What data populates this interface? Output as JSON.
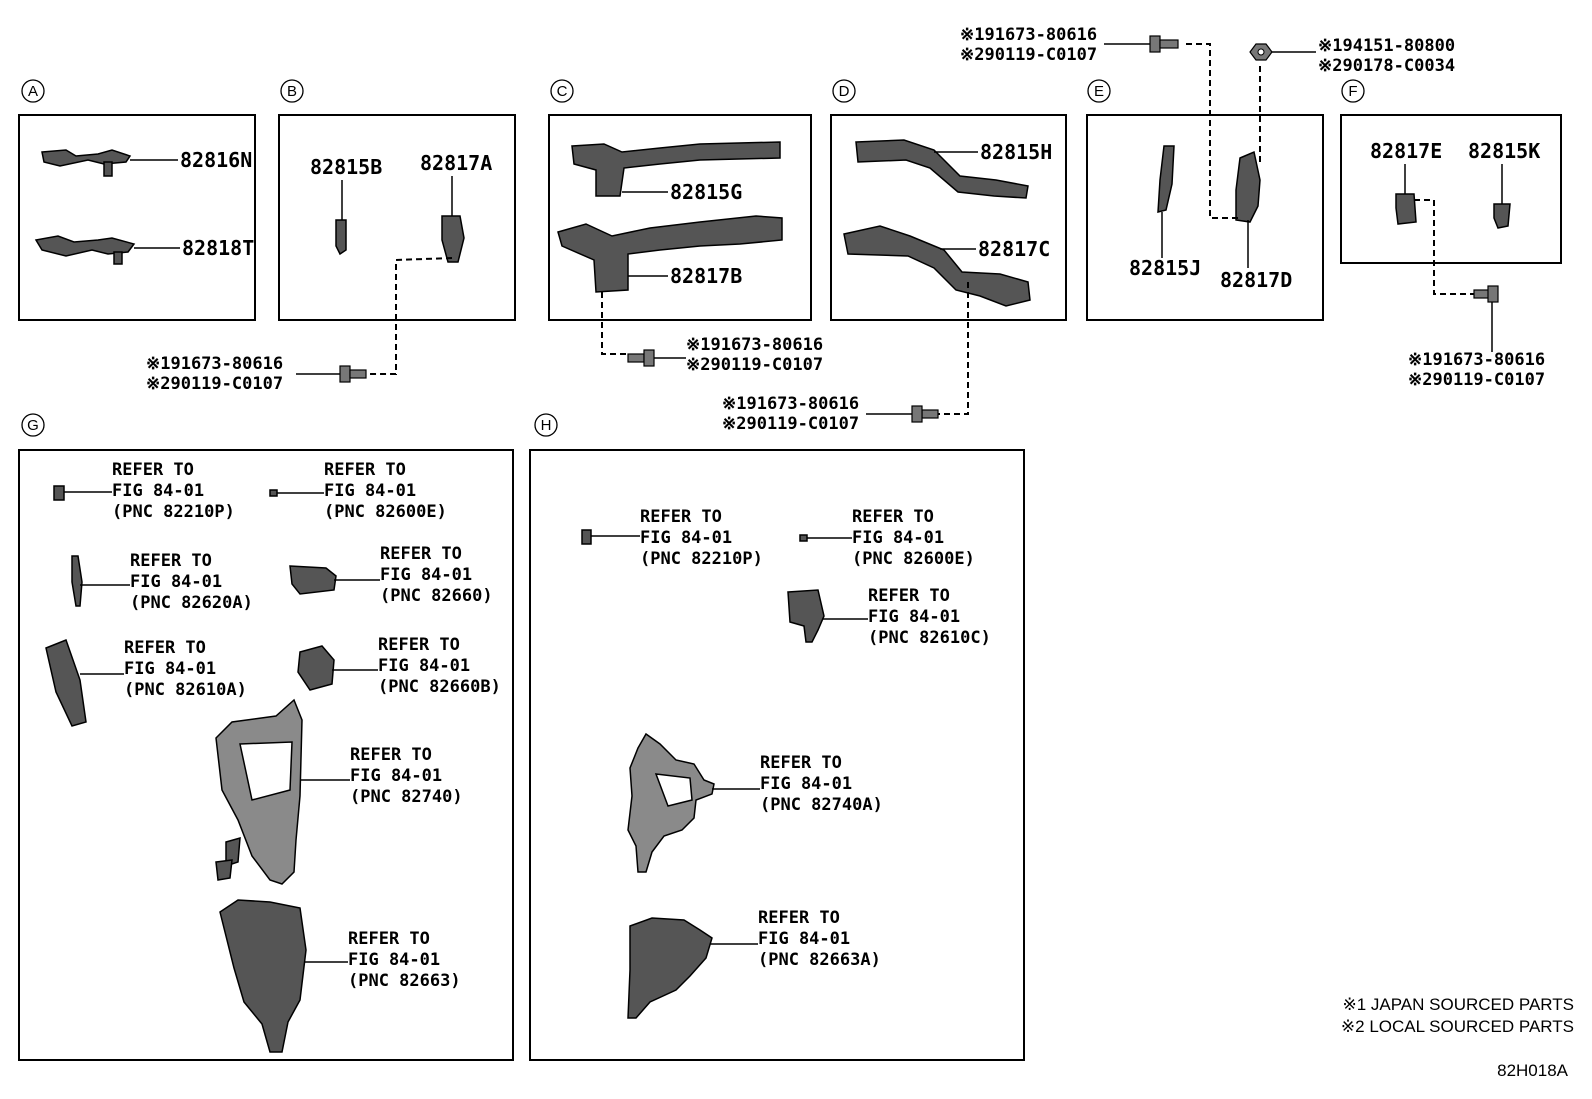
{
  "sections": [
    {
      "letter": "A"
    },
    {
      "letter": "B"
    },
    {
      "letter": "C"
    },
    {
      "letter": "D"
    },
    {
      "letter": "E"
    },
    {
      "letter": "F"
    },
    {
      "letter": "G"
    },
    {
      "letter": "H"
    }
  ],
  "parts": {
    "a1": "82816N",
    "a2": "82818T",
    "b1": "82815B",
    "b2": "82817A",
    "c1": "82815G",
    "c2": "82817B",
    "d1": "82815H",
    "d2": "82817C",
    "e1": "82815J",
    "e2": "82817D",
    "f1": "82817E",
    "f2": "82815K"
  },
  "fasteners": {
    "top_left_1": "※191673-80616",
    "top_left_2": "※290119-C0107",
    "top_right_1": "※194151-80800",
    "top_right_2": "※290178-C0034",
    "b_1": "※191673-80616",
    "b_2": "※290119-C0107",
    "c_1": "※191673-80616",
    "c_2": "※290119-C0107",
    "d_1": "※191673-80616",
    "d_2": "※290119-C0107",
    "f_1": "※191673-80616",
    "f_2": "※290119-C0107"
  },
  "refer": {
    "l1": "REFER TO",
    "l2": "FIG 84-01",
    "g": [
      "(PNC 82210P)",
      "(PNC 82600E)",
      "(PNC 82620A)",
      "(PNC 82660)",
      "(PNC 82610A)",
      "(PNC 82660B)",
      "(PNC 82740)",
      "(PNC 82663)"
    ],
    "h": [
      "(PNC 82210P)",
      "(PNC 82600E)",
      "(PNC 82610C)",
      "(PNC 82740A)",
      "(PNC 82663A)"
    ]
  },
  "legend": {
    "line1": "※1 JAPAN SOURCED PARTS",
    "line2": "※2 LOCAL SOURCED PARTS"
  },
  "diagram_code": "82H018A"
}
